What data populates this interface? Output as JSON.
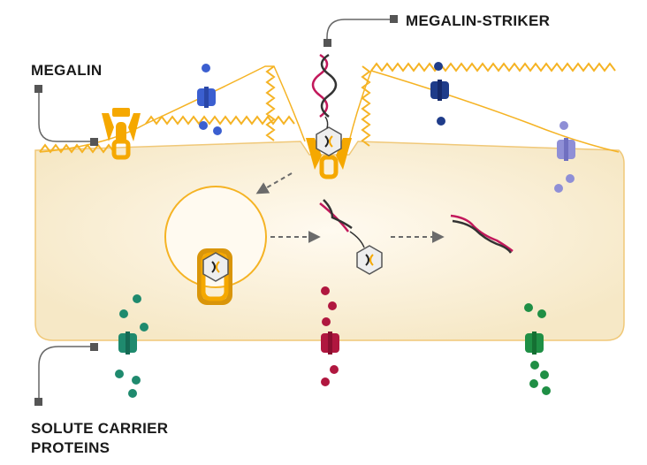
{
  "labels": {
    "megalin": "MEGALIN",
    "megalin_striker": "MEGALIN-STRIKER",
    "solute_line1": "SOLUTE CARRIER",
    "solute_line2": "PROTEINS"
  },
  "colors": {
    "cell_fill": "#f7ecd0",
    "membrane": "#f5b324",
    "megalin": "#f5a800",
    "rna_strand_a": "#c2185b",
    "rna_strand_b": "#333333",
    "leader": "#666666",
    "arrow": "#6b6b6b",
    "transporter_blue": "#3b5fd0",
    "transporter_navy": "#1f3c8a",
    "transporter_lavender": "#8f8fd6",
    "transporter_teal": "#1f8a6e",
    "transporter_crimson": "#b0173f",
    "transporter_green": "#1f8f45"
  }
}
